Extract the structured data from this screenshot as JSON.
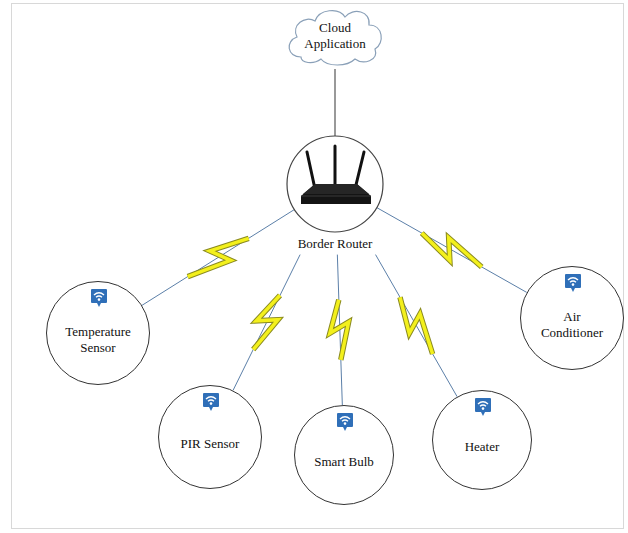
{
  "diagram": {
    "nodes": [
      {
        "text": [
          "Cloud Application"
        ]
      },
      {
        "text": [
          "Border Router"
        ]
      },
      {
        "text": [
          "Temperature Sensor"
        ]
      },
      {
        "text": [
          "PIR Sensor"
        ]
      },
      {
        "text": [
          "Smart Bulb"
        ]
      },
      {
        "text": [
          "Heater"
        ]
      },
      {
        "text": [
          "Air Conditioner"
        ]
      }
    ],
    "edges": [
      {
        "from": 0,
        "to": 1,
        "arrow": "none"
      },
      {
        "from": 1,
        "to": 2,
        "arrow": "none"
      },
      {
        "from": 1,
        "to": 3,
        "arrow": "none"
      },
      {
        "from": 1,
        "to": 4,
        "arrow": "none"
      },
      {
        "from": 1,
        "to": 5,
        "arrow": "none"
      },
      {
        "from": 1,
        "to": 6,
        "arrow": "none"
      }
    ]
  }
}
